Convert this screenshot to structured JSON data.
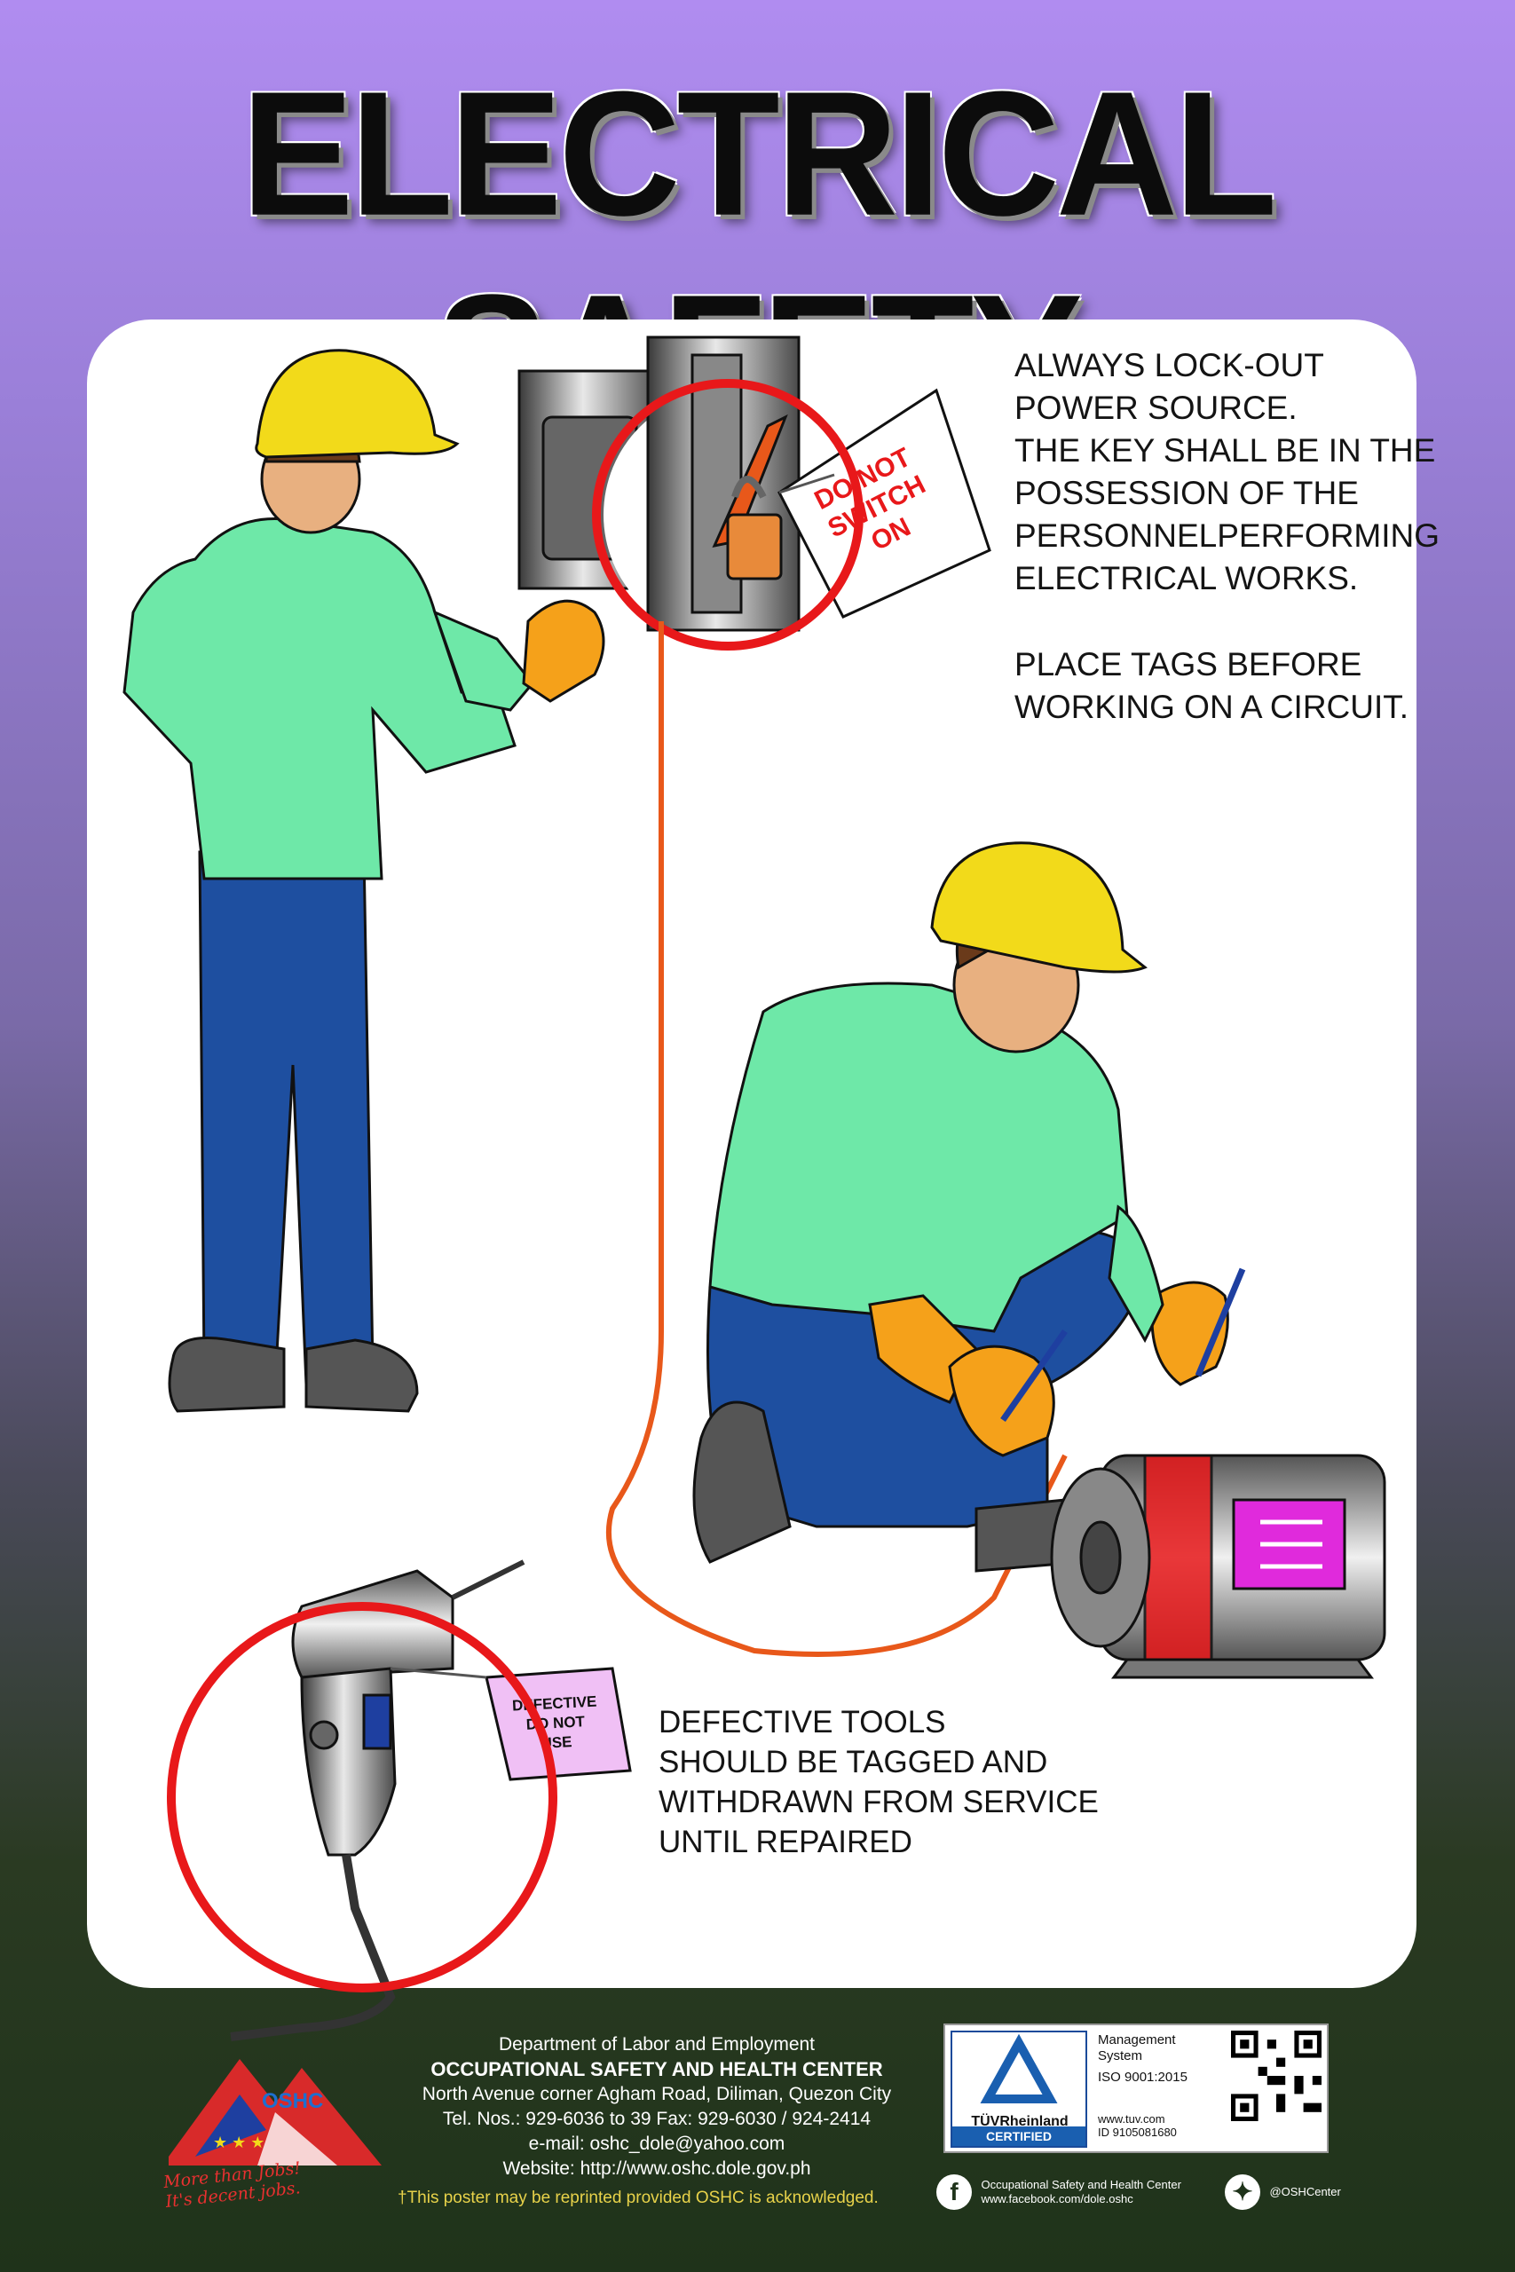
{
  "title": "ELECTRICAL SAFETY",
  "lockout_text": [
    "ALWAYS LOCK-OUT",
    "POWER SOURCE.",
    "THE KEY SHALL BE IN THE",
    "POSSESSION OF THE",
    "PERSONNELPERFORMING",
    "ELECTRICAL WORKS."
  ],
  "tags_text": [
    "PLACE TAGS BEFORE",
    "WORKING ON A CIRCUIT."
  ],
  "defective_text": [
    "DEFECTIVE TOOLS",
    "SHOULD BE TAGGED AND",
    "WITHDRAWN FROM SERVICE",
    "UNTIL REPAIRED"
  ],
  "lock_tag": [
    "DO NOT",
    "SWITCH",
    "ON"
  ],
  "drill_tag": [
    "DEFECTIVE",
    "DO NOT",
    "USE"
  ],
  "footer": {
    "dept": "Department of Labor and Employment",
    "center": "OCCUPATIONAL SAFETY AND HEALTH CENTER",
    "address": "North Avenue corner Agham Road, Diliman, Quezon City",
    "tel": "Tel. Nos.: 929-6036 to 39 Fax: 929-6030 / 924-2414",
    "email": "e-mail: oshc_dole@yahoo.com",
    "website": "Website: http://www.oshc.dole.gov.ph",
    "reprint": "†This poster may be  reprinted  provided OSHC is acknowledged."
  },
  "logo": {
    "text": "OSHC",
    "slogan": [
      "More than Jobs!",
      "It's decent jobs."
    ]
  },
  "certificate": {
    "brand": "TÜVRheinland",
    "certified": "CERTIFIED",
    "management": [
      "Management",
      "System"
    ],
    "iso": "ISO 9001:2015",
    "www": "www.tuv.com",
    "id": "ID  9105081680"
  },
  "social": {
    "facebook_name": "Occupational Safety and Health Center",
    "facebook_url": "www.facebook.com/dole.oshc",
    "twitter": "@OSHCenter"
  },
  "colors": {
    "shirt": "#6ee8a8",
    "jeans": "#1e4fa0",
    "helmet": "#f2da1a",
    "glove": "#f5a11a",
    "cord": "#e8581a",
    "circle": "#e8181a"
  }
}
